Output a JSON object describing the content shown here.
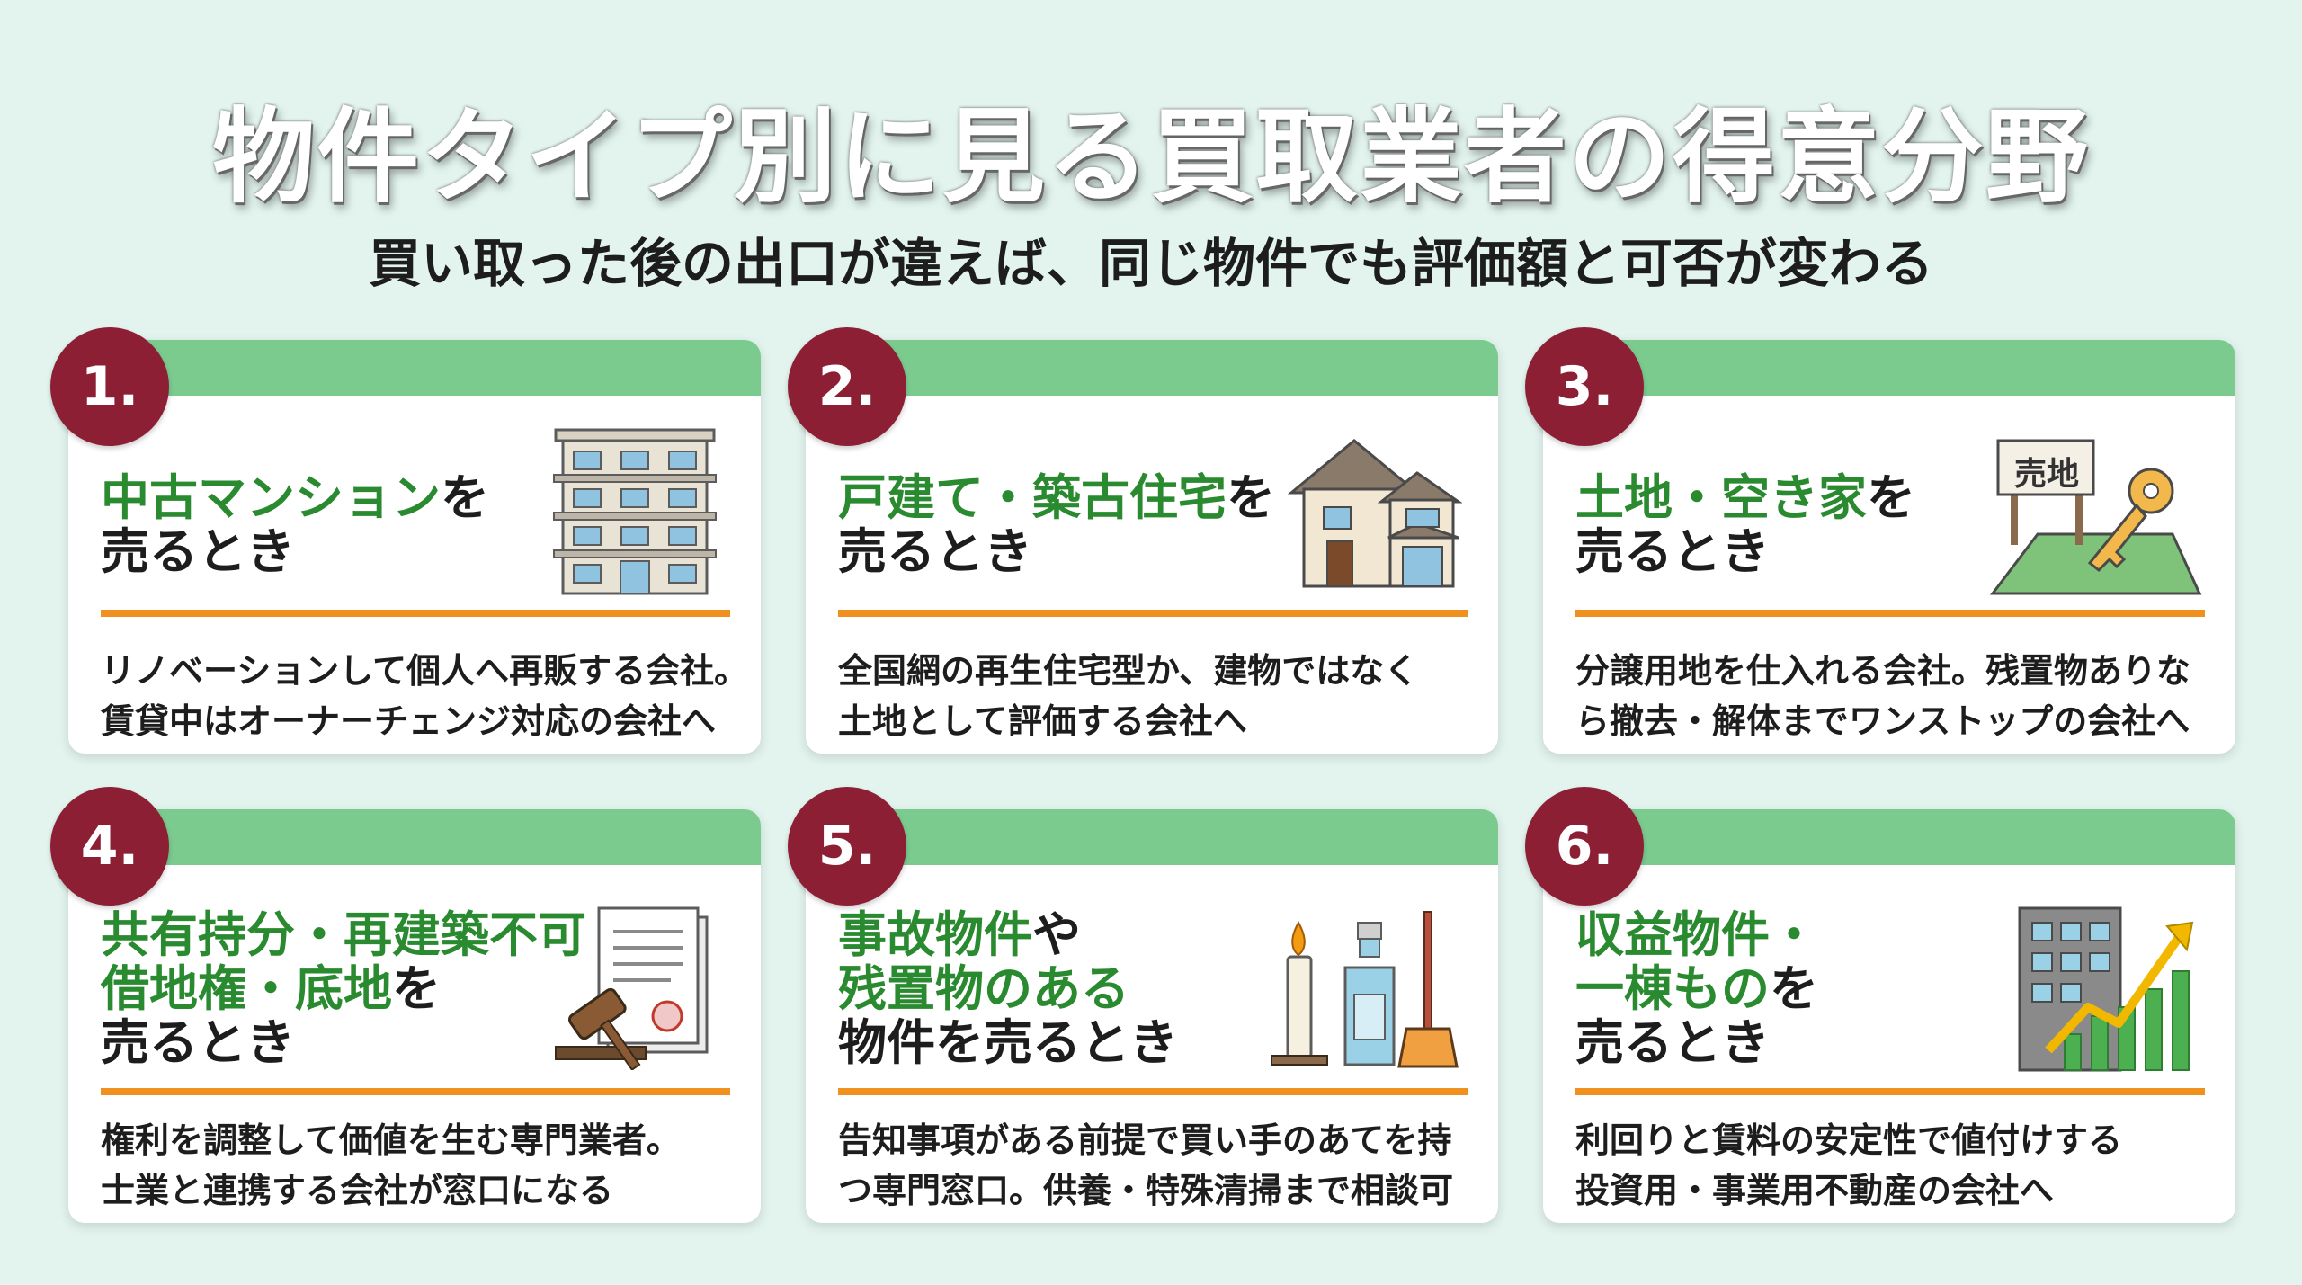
{
  "title": "物件タイプ別に見る買取業者の得意分野",
  "subtitle": "買い取った後の出口が違えば、同じ物件でも評価額と可否が変わる",
  "cards": [
    {
      "number": "1.",
      "heading_l1_hl": "中古マンション",
      "heading_l1_tail": "を",
      "heading_l2": "売るとき",
      "desc_l1": "リノベーションして個人へ再販する会社。",
      "desc_l2": "賃貸中はオーナーチェンジ対応の会社へ",
      "icon": "apartment-building-icon"
    },
    {
      "number": "2.",
      "heading_l1_hl": "戸建て・築古住宅",
      "heading_l1_tail": "を",
      "heading_l2": "売るとき",
      "desc_l1": "全国網の再生住宅型か、建物ではなく",
      "desc_l2": "土地として評価する会社へ",
      "icon": "house-icon"
    },
    {
      "number": "3.",
      "heading_l1_hl": "土地・空き家",
      "heading_l1_tail": "を",
      "heading_l2": "売るとき",
      "desc_l1": "分譲用地を仕入れる会社。残置物ありな",
      "desc_l2": "ら撤去・解体までワンストップの会社へ",
      "sign_text": "売地",
      "icon": "land-sign-key-icon"
    },
    {
      "number": "4.",
      "heading_l1_hl": "共有持分・再建築不可・",
      "heading_l2_hl": "借地権・底地",
      "heading_l2_tail": "を",
      "heading_l3": "売るとき",
      "desc_l1": "権利を調整して価値を生む専門業者。",
      "desc_l2": "士業と連携する会社が窓口になる",
      "icon": "document-gavel-icon"
    },
    {
      "number": "5.",
      "heading_l1_hl": "事故物件",
      "heading_l1_tail": "や",
      "heading_l2_hl": "残置物のある",
      "heading_l3": "物件を売るとき",
      "desc_l1": "告知事項がある前提で買い手のあてを持",
      "desc_l2": "つ専門窓口。供養・特殊清掃まで相談可",
      "icon": "candle-cleaning-icon"
    },
    {
      "number": "6.",
      "heading_l1_hl": "収益物件・",
      "heading_l2_hl": "一棟もの",
      "heading_l2_tail": "を",
      "heading_l3": "売るとき",
      "desc_l1": "利回りと賃料の安定性で値付けする",
      "desc_l2": "投資用・事業用不動産の会社へ",
      "icon": "building-growth-chart-icon"
    }
  ],
  "colors": {
    "background": "#e3f4ee",
    "badge": "#8c1f34",
    "band": "#7bcb8f",
    "highlight": "#2a8a2f",
    "rule": "#f0911f"
  }
}
